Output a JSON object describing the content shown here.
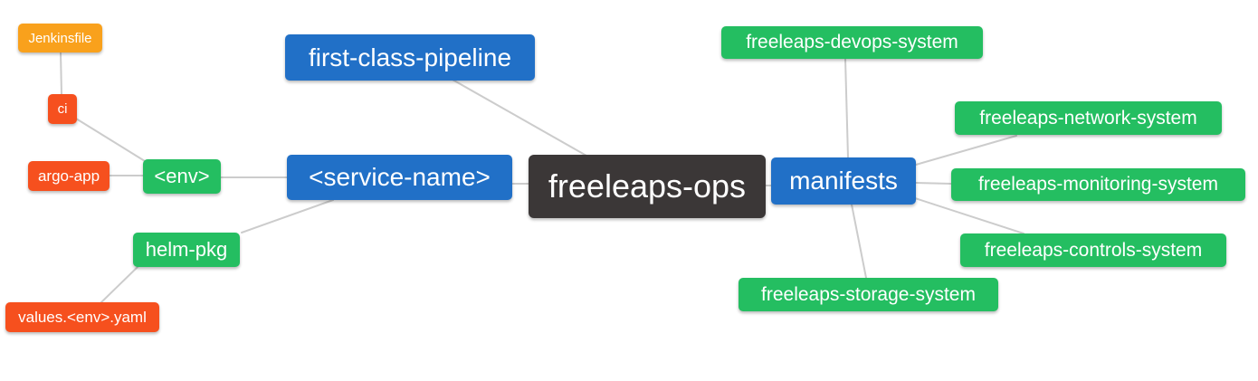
{
  "diagram": {
    "type": "mindmap",
    "root_label": "freeleaps-ops",
    "colors": {
      "branch_blue": "#2170c7",
      "leaf_green": "#24be61",
      "leaf_orange": "#f9a11c",
      "leaf_red": "#f6501e",
      "root_dark": "#3b3737",
      "edge": "#cccccc",
      "node_text": "#ffffff",
      "background": "#ffffff"
    }
  },
  "nodes": [
    {
      "id": "jenkinsfile",
      "label": "Jenkinsfile",
      "color": "orange"
    },
    {
      "id": "ci",
      "label": "ci",
      "color": "red"
    },
    {
      "id": "argo-app",
      "label": "argo-app",
      "color": "red"
    },
    {
      "id": "env",
      "label": "<env>",
      "color": "green"
    },
    {
      "id": "first-class-pipeline",
      "label": "first-class-pipeline",
      "color": "blue"
    },
    {
      "id": "service-name",
      "label": "<service-name>",
      "color": "blue"
    },
    {
      "id": "freeleaps-ops",
      "label": "freeleaps-ops",
      "color": "dark"
    },
    {
      "id": "manifests",
      "label": "manifests",
      "color": "blue"
    },
    {
      "id": "devops-system",
      "label": "freeleaps-devops-system",
      "color": "green"
    },
    {
      "id": "network-system",
      "label": "freeleaps-network-system",
      "color": "green"
    },
    {
      "id": "monitoring-system",
      "label": "freeleaps-monitoring-system",
      "color": "green"
    },
    {
      "id": "controls-system",
      "label": "freeleaps-controls-system",
      "color": "green"
    },
    {
      "id": "storage-system",
      "label": "freeleaps-storage-system",
      "color": "green"
    },
    {
      "id": "helm-pkg",
      "label": "helm-pkg",
      "color": "green"
    },
    {
      "id": "values-env-yaml",
      "label": "values.<env>.yaml",
      "color": "red"
    }
  ],
  "edges": [
    {
      "from": "jenkinsfile",
      "to": "ci"
    },
    {
      "from": "ci",
      "to": "env"
    },
    {
      "from": "argo-app",
      "to": "env"
    },
    {
      "from": "env",
      "to": "service-name"
    },
    {
      "from": "first-class-pipeline",
      "to": "freeleaps-ops"
    },
    {
      "from": "service-name",
      "to": "freeleaps-ops"
    },
    {
      "from": "helm-pkg",
      "to": "service-name"
    },
    {
      "from": "values-env-yaml",
      "to": "helm-pkg"
    },
    {
      "from": "freeleaps-ops",
      "to": "manifests"
    },
    {
      "from": "manifests",
      "to": "devops-system"
    },
    {
      "from": "manifests",
      "to": "network-system"
    },
    {
      "from": "manifests",
      "to": "monitoring-system"
    },
    {
      "from": "manifests",
      "to": "controls-system"
    },
    {
      "from": "manifests",
      "to": "storage-system"
    }
  ]
}
